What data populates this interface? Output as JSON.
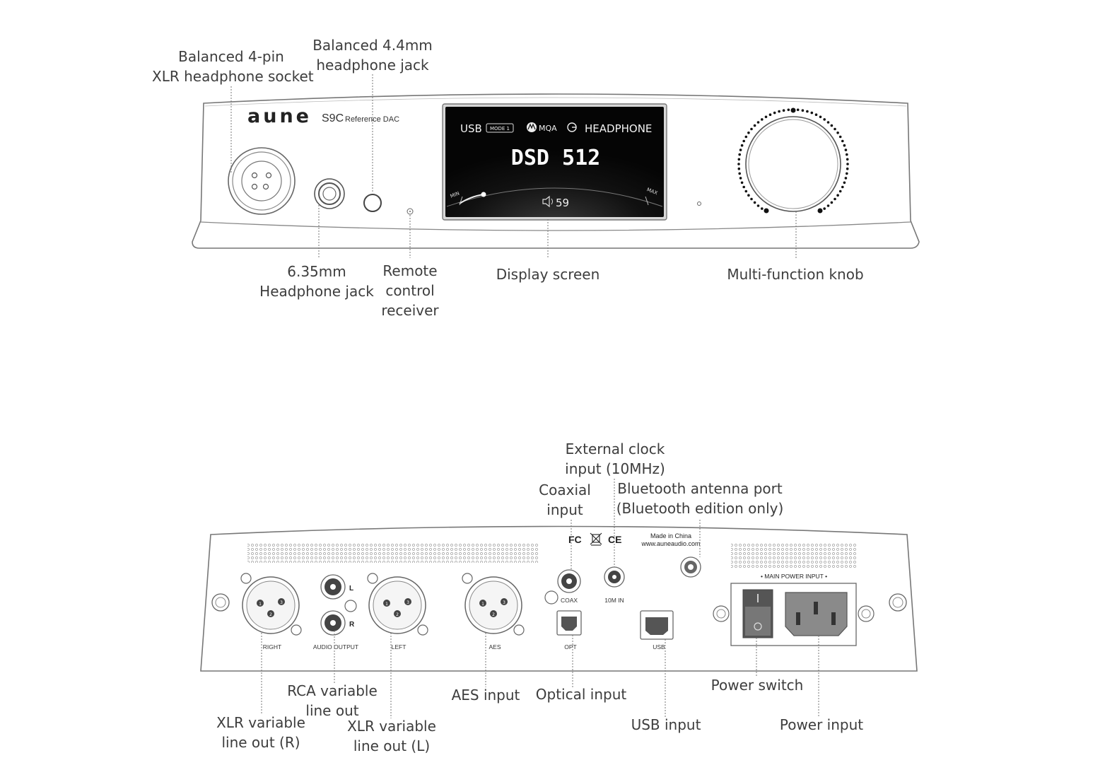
{
  "front": {
    "brand": "aune",
    "model": "S9C",
    "model_sub": "Reference DAC",
    "display": {
      "source": "USB",
      "mode": "MODE 1",
      "mqa": "MQA",
      "output": "HEADPHONE",
      "format": "DSD 512",
      "min": "MIN",
      "max": "MAX",
      "volume": "59",
      "volume_level": 0.28
    },
    "labels": {
      "xlr_socket": [
        "Balanced 4-pin",
        "XLR headphone socket"
      ],
      "jack_44": [
        "Balanced 4.4mm",
        "headphone jack"
      ],
      "jack_635": [
        "6.35mm",
        "Headphone jack"
      ],
      "remote": [
        "Remote",
        "control",
        "receiver"
      ],
      "display": [
        "Display screen"
      ],
      "knob": [
        "Multi-function knob"
      ]
    }
  },
  "rear": {
    "port_labels": {
      "right": "RIGHT",
      "audio_output": "AUDIO OUTPUT",
      "left": "LEFT",
      "aes": "AES",
      "coax": "COAX",
      "opt": "OPT",
      "clock": "10M IN",
      "usb": "USB",
      "rca_l": "L",
      "rca_r": "R",
      "main_power": "• MAIN POWER INPUT •",
      "made_in": "Made in China",
      "website": "www.auneaudio.com",
      "fc_mark": "FC",
      "ce_mark": "CE",
      "xlr_pins": [
        "1",
        "2",
        "3"
      ]
    },
    "labels": {
      "clock": [
        "External clock",
        "input (10MHz)"
      ],
      "coax": [
        "Coaxial",
        "input"
      ],
      "bt": [
        "Bluetooth antenna port",
        "(Bluetooth edition only)"
      ],
      "rca": [
        "RCA variable",
        "line out"
      ],
      "xlr_r": [
        "XLR variable",
        "line out (R)"
      ],
      "xlr_l": [
        "XLR variable",
        "line out (L)"
      ],
      "aes": [
        "AES input"
      ],
      "optical": [
        "Optical input"
      ],
      "usb": [
        "USB input"
      ],
      "power_switch": [
        "Power switch"
      ],
      "power_input": [
        "Power input"
      ]
    }
  }
}
